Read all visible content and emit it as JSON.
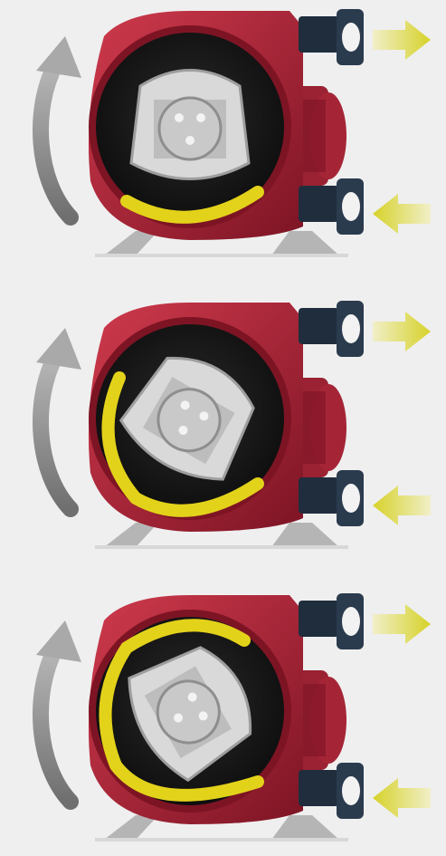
{
  "colors": {
    "background": "#efefef",
    "housing": "#b3273a",
    "housing_dark": "#7d1424",
    "flange": "#1f2d3d",
    "rotor": "#c9c9c9",
    "hose": "#e3d21a",
    "flow_arrow": "#d6d22a",
    "rotation_arrow": "#9a9a9a"
  },
  "stages": [
    {
      "rotor_angle": 0,
      "hose_arc": "bottom"
    },
    {
      "rotor_angle": 30,
      "hose_arc": "left-bottom"
    },
    {
      "rotor_angle": 60,
      "hose_arc": "top-left-bottom"
    }
  ],
  "icons": {
    "rotation": "curved-arrow-up-icon",
    "discharge": "arrow-right-icon",
    "suction": "arrow-left-icon"
  }
}
